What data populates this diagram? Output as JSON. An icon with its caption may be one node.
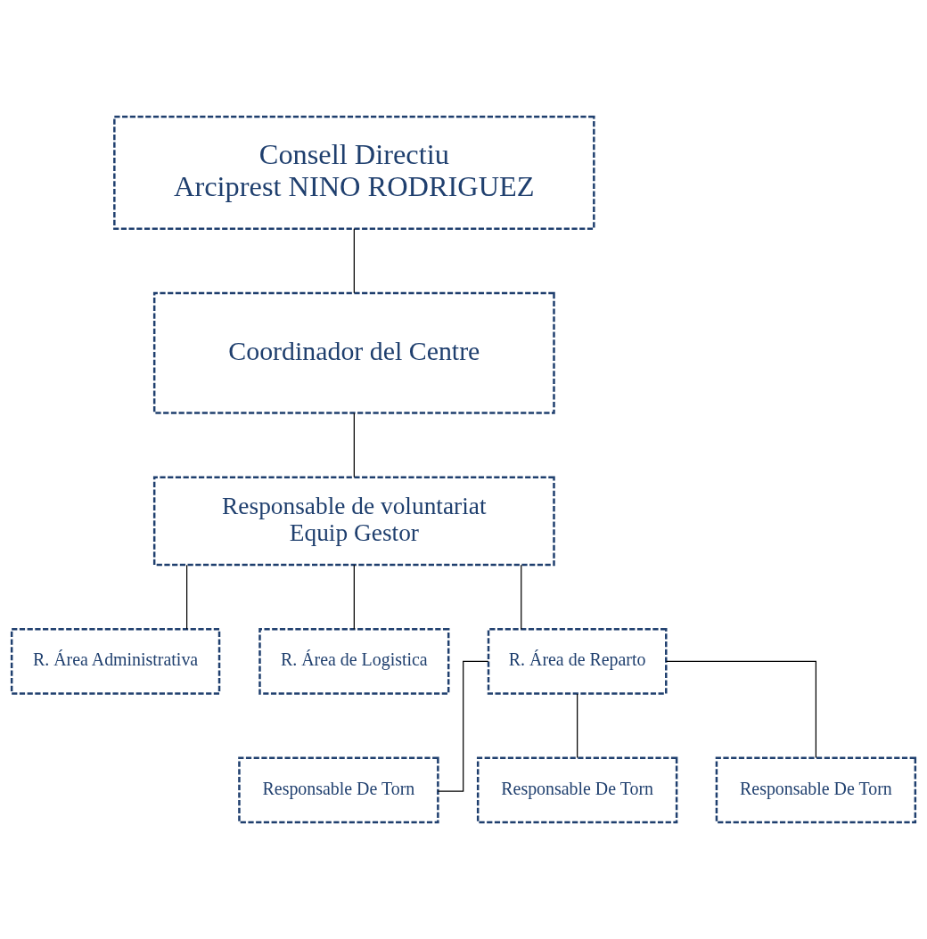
{
  "diagram": {
    "nodes": [
      {
        "text": [
          "Consell Directiu",
          "Arciprest NINO RODRIGUEZ"
        ]
      },
      {
        "text": [
          "Coordinador del Centre"
        ]
      },
      {
        "text": [
          "Responsable de voluntariat",
          "Equip Gestor"
        ]
      },
      {
        "text": [
          "R. Área Administrativa"
        ]
      },
      {
        "text": [
          "R. Área de Logistica"
        ]
      },
      {
        "text": [
          "R. Área de Reparto"
        ]
      },
      {
        "text": [
          "Responsable De Torn"
        ]
      },
      {
        "text": [
          "Responsable De Torn"
        ]
      },
      {
        "text": [
          "Responsable De Torn"
        ]
      }
    ],
    "edges": [
      {
        "from": 0,
        "to": 1,
        "arrow": "none"
      },
      {
        "from": 1,
        "to": 2,
        "arrow": "none"
      },
      {
        "from": 2,
        "to": 3,
        "arrow": "none"
      },
      {
        "from": 2,
        "to": 4,
        "arrow": "none"
      },
      {
        "from": 2,
        "to": 5,
        "arrow": "none"
      },
      {
        "from": 5,
        "to": 6,
        "arrow": "none"
      },
      {
        "from": 5,
        "to": 7,
        "arrow": "none"
      },
      {
        "from": 5,
        "to": 8,
        "arrow": "none"
      }
    ]
  }
}
